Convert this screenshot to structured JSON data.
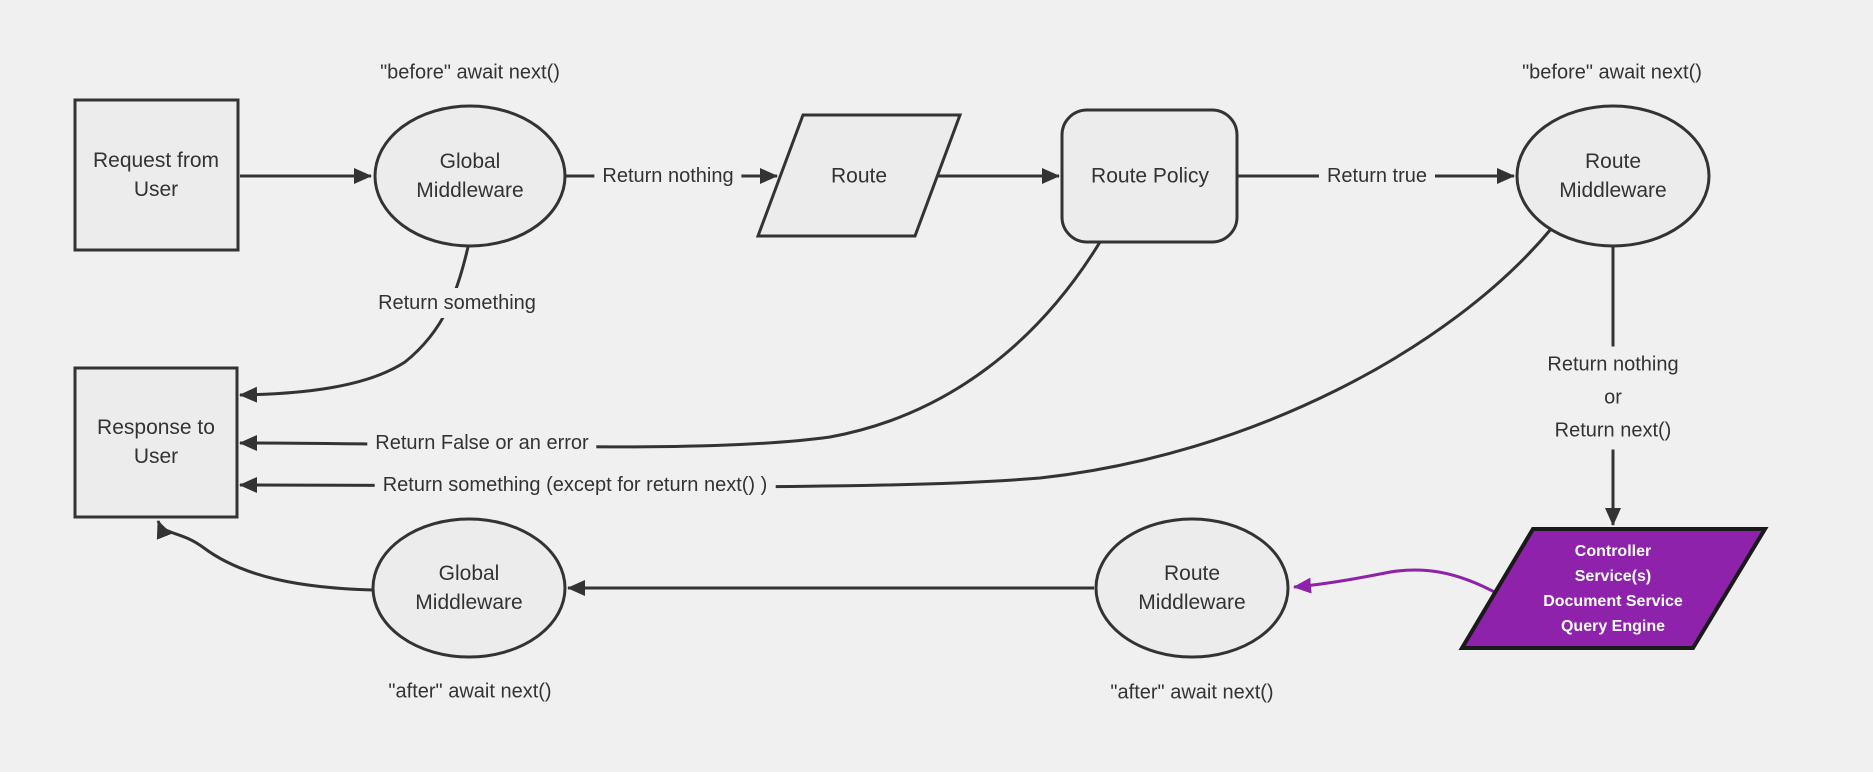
{
  "colors": {
    "background": "#f0f0f0",
    "node_fill": "#ececec",
    "stroke": "#333333",
    "text": "#333333",
    "accent": "#8e22ab",
    "accent_border": "#1a1a1a",
    "accent_text": "#ffffff"
  },
  "nodes": {
    "request_from_user": {
      "shape": "rectangle",
      "lines": [
        "Request from",
        "User"
      ]
    },
    "global_middleware_top": {
      "shape": "ellipse",
      "lines": [
        "Global",
        "Middleware"
      ]
    },
    "route": {
      "shape": "parallelogram",
      "lines": [
        "Route"
      ]
    },
    "route_policy": {
      "shape": "rounded-rectangle",
      "lines": [
        "Route Policy"
      ]
    },
    "route_middleware_top": {
      "shape": "ellipse",
      "lines": [
        "Route",
        "Middleware"
      ]
    },
    "response_to_user": {
      "shape": "rectangle",
      "lines": [
        "Response to",
        "User"
      ]
    },
    "global_middleware_bottom": {
      "shape": "ellipse",
      "lines": [
        "Global",
        "Middleware"
      ]
    },
    "route_middleware_bottom": {
      "shape": "ellipse",
      "lines": [
        "Route",
        "Middleware"
      ]
    },
    "controller_services": {
      "shape": "parallelogram",
      "lines": [
        "Controller",
        "Service(s)",
        "Document Service",
        "Query Engine"
      ]
    }
  },
  "annotations": {
    "before_global": "\"before\" await next()",
    "before_route": "\"before\" await next()",
    "after_global": "\"after\" await next()",
    "after_route": "\"after\" await next()"
  },
  "edge_labels": {
    "return_nothing": "Return nothing",
    "return_true": "Return true",
    "return_something": "Return something",
    "return_false_or_error": "Return False or an error",
    "return_something_except": "Return something (except for return next() )",
    "return_nothing_or": [
      "Return nothing",
      "or",
      "Return next()"
    ]
  }
}
